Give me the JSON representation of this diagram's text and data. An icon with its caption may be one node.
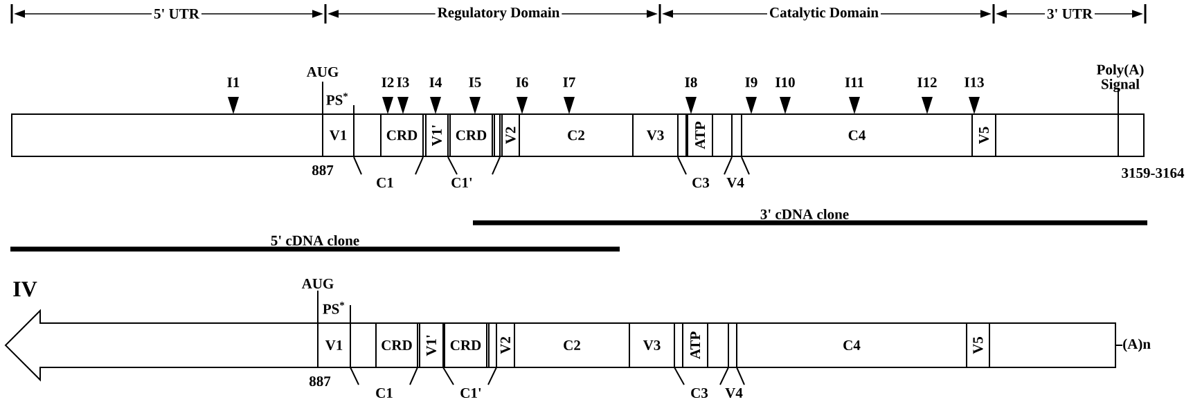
{
  "diagram": {
    "nodes": [
      {
        "text": [],
        "shape": "bar"
      },
      {
        "text": [
          "V1"
        ],
        "in": 0
      },
      {
        "text": [
          "CRD"
        ],
        "in": 0
      },
      {
        "text": [
          "V1'"
        ],
        "in": 0
      },
      {
        "text": [
          "CRD"
        ],
        "in": 0
      },
      {
        "text": [
          "V2"
        ],
        "in": 0
      },
      {
        "text": [
          "C2"
        ],
        "in": 0
      },
      {
        "text": [
          "V3"
        ],
        "in": 0
      },
      {
        "text": [
          "ATP"
        ],
        "in": 0
      },
      {
        "text": [
          "C4"
        ],
        "in": 0
      },
      {
        "text": [
          "V5"
        ],
        "in": 0
      },
      {
        "text": [
          "3' cDNA clone"
        ]
      },
      {
        "text": [
          "5' cDNA clone"
        ]
      },
      {
        "text": [],
        "shape": "arrow",
        "beside": [
          "(A)n"
        ]
      },
      {
        "text": [
          "V1"
        ],
        "in": 13
      },
      {
        "text": [
          "CRD"
        ],
        "in": 13
      },
      {
        "text": [
          "V1'"
        ],
        "in": 13
      },
      {
        "text": [
          "CRD"
        ],
        "in": 13
      },
      {
        "text": [
          "V2"
        ],
        "in": 13
      },
      {
        "text": [
          "C2"
        ],
        "in": 13
      },
      {
        "text": [
          "V3"
        ],
        "in": 13
      },
      {
        "text": [
          "ATP"
        ],
        "in": 13
      },
      {
        "text": [
          "C4"
        ],
        "in": 13
      },
      {
        "text": [
          "V5"
        ],
        "in": 13
      }
    ],
    "labels": [
      "5' UTR",
      "Regulatory Domain",
      "Catalytic Domain",
      "3' UTR",
      "AUG",
      "Poly(A) Signal",
      "I1",
      "I2",
      "I3",
      "I4",
      "I5",
      "I6",
      "I7",
      "I8",
      "I9",
      "I10",
      "I11",
      "I12",
      "I13",
      "PS$^{*}$",
      "887",
      "3159-3164",
      "C1",
      "C1'",
      "C3",
      "V4",
      "IV",
      "AUG",
      "PS$^{*}$",
      "887",
      "C1",
      "C1'",
      "C3",
      "V4"
    ]
  }
}
